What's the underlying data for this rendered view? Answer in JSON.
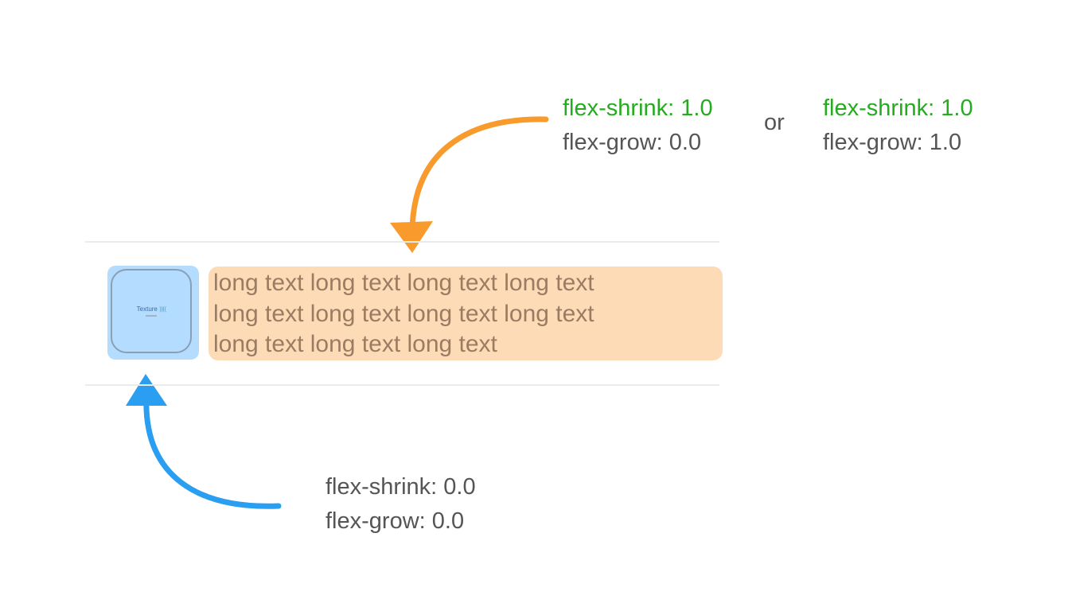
{
  "colors": {
    "green_label": "#25ab1e",
    "gray_label": "#555555",
    "orange_arrow": "#f99a2d",
    "blue_arrow": "#2a9ef0",
    "icon_highlight": "#b3dcff",
    "text_highlight": "#fddbb7"
  },
  "icons": {
    "orange_arrow": "curved-arrow-down-icon",
    "blue_arrow": "curved-arrow-up-icon",
    "thumbnail": "texture-logo-icon"
  },
  "text_node": {
    "lines": [
      "long text long text long text long text",
      "long text long text long text long text",
      "long text long text long text"
    ]
  },
  "thumbnail": {
    "logo_text": "Texture",
    "logo_mark": "))(("
  },
  "option_a": {
    "shrink": "flex-shrink: 1.0",
    "grow": "flex-grow: 0.0"
  },
  "separator": "or",
  "option_b": {
    "shrink": "flex-shrink: 1.0",
    "grow": "flex-grow: 1.0"
  },
  "image_node": {
    "shrink": "flex-shrink: 0.0",
    "grow": "flex-grow: 0.0"
  }
}
